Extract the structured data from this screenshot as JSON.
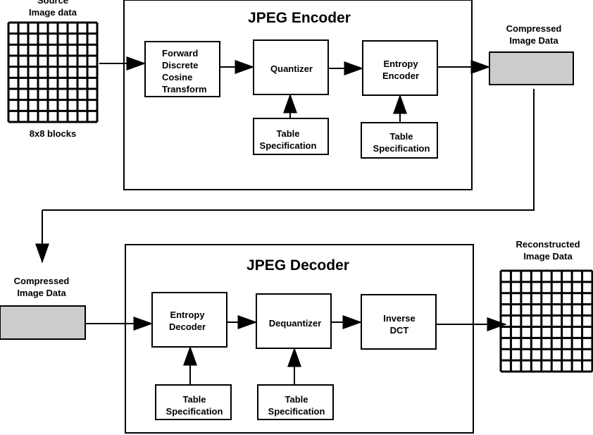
{
  "source": {
    "title": "Source\nImage data",
    "caption": "8x8 blocks"
  },
  "encoder": {
    "title": "JPEG Encoder",
    "fdct": "Forward\nDiscrete\nCosine\nTransform",
    "quantizer": "Quantizer",
    "entropy_encoder": "Entropy\nEncoder",
    "table_spec_quantizer": "Table\nSpecification",
    "table_spec_entropy": "Table\nSpecification"
  },
  "compressed_out": {
    "title": "Compressed\nImage Data"
  },
  "compressed_in": {
    "title": "Compressed\nImage Data"
  },
  "decoder": {
    "title": "JPEG Decoder",
    "entropy_decoder": "Entropy\nDecoder",
    "dequantizer": "Dequantizer",
    "inverse_dct": "Inverse\nDCT",
    "table_spec_entropy": "Table\nSpecification",
    "table_spec_dequantizer": "Table\nSpecification"
  },
  "reconstructed": {
    "title": "Reconstructed\nImage Data"
  },
  "colors": {
    "line": "#000000",
    "data_block_fill": "#cccccc",
    "box_fill": "#ffffff"
  }
}
